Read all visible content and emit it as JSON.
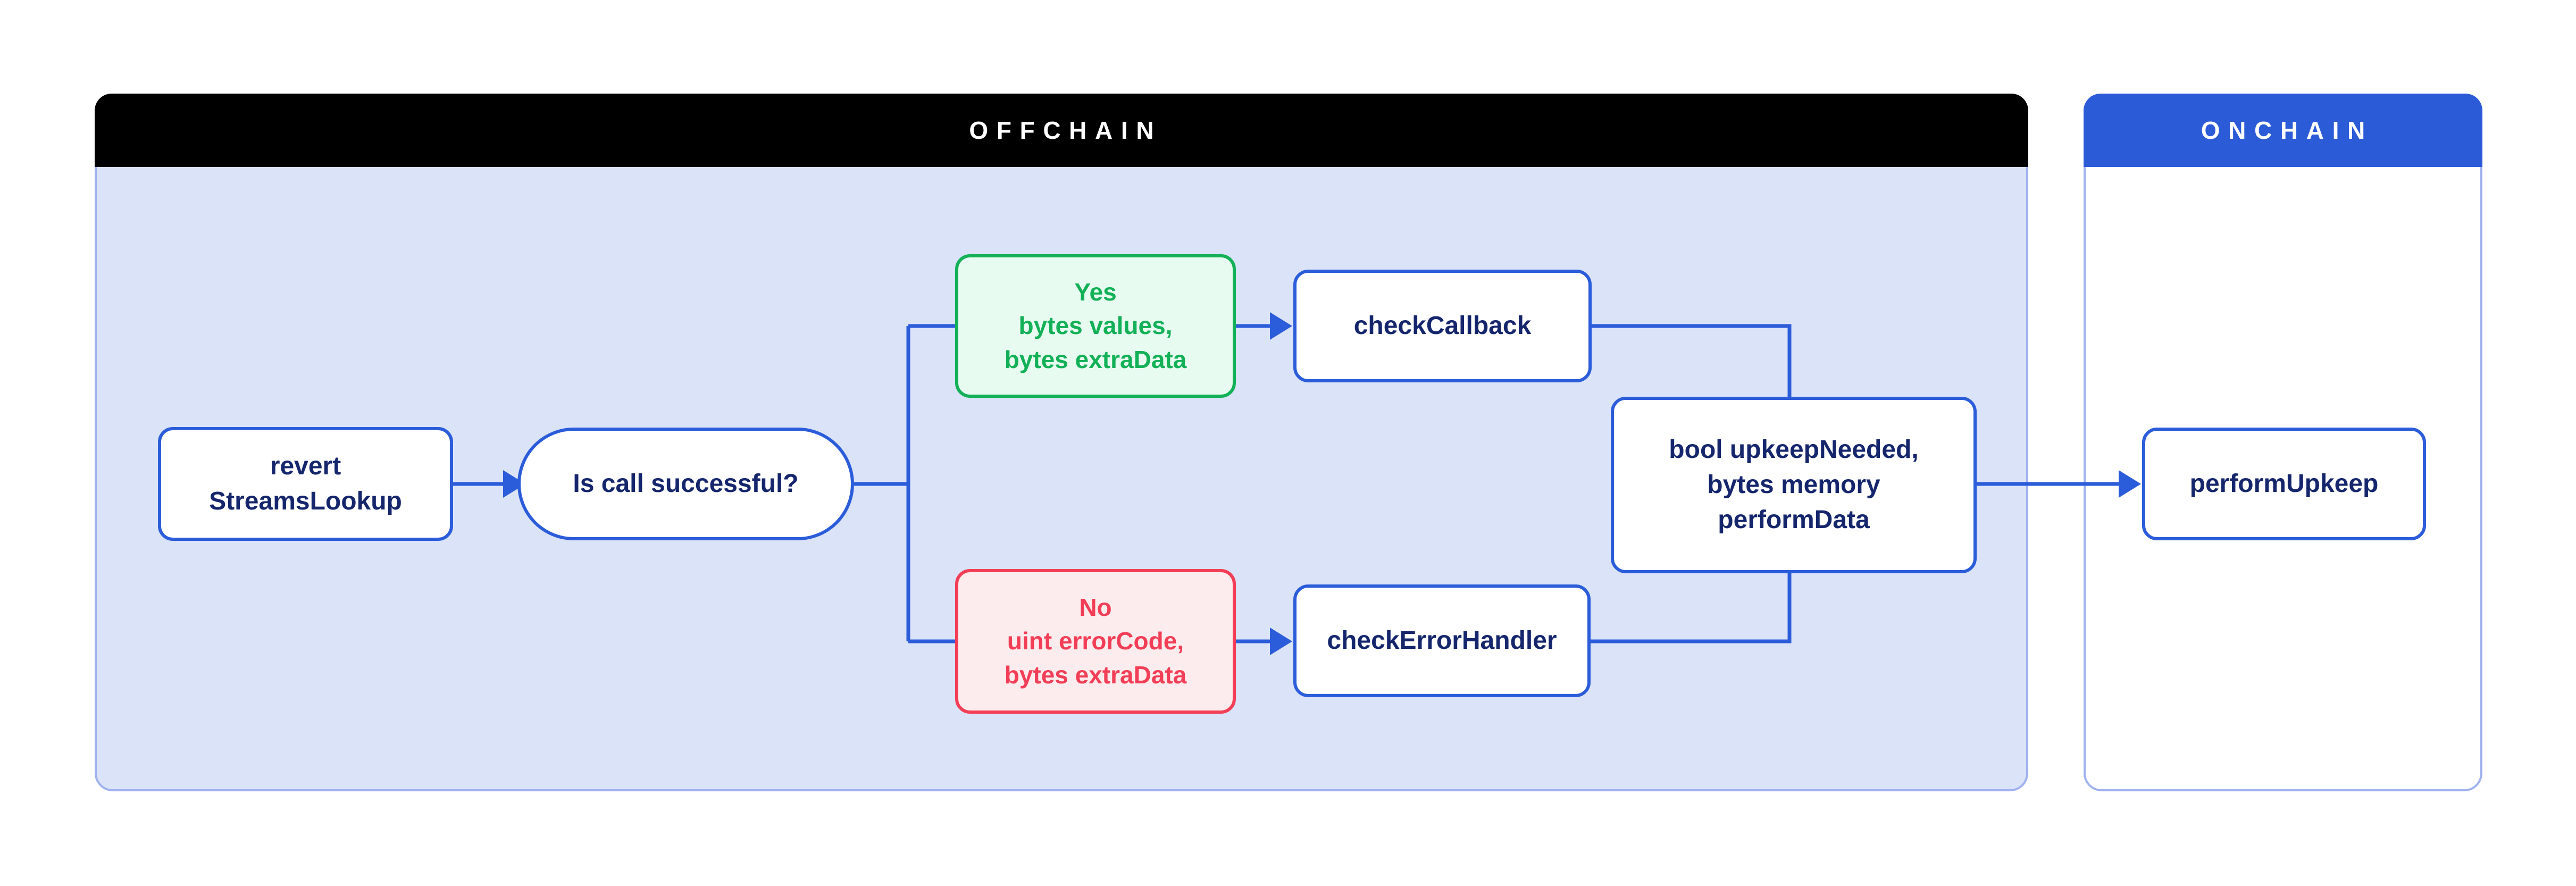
{
  "diagram": {
    "type": "flowchart",
    "offchain": {
      "title": "OFFCHAIN"
    },
    "onchain": {
      "title": "ONCHAIN"
    }
  },
  "flow": {
    "revert_streams_lookup": {
      "line1": "revert",
      "line2": "StreamsLookup"
    },
    "is_call_successful": {
      "label": "Is call successful?"
    },
    "yes_branch": {
      "line1": "Yes",
      "line2": "bytes values,",
      "line3": "bytes extraData"
    },
    "check_callback": {
      "label": "checkCallback"
    },
    "no_branch": {
      "line1": "No",
      "line2": "uint errorCode,",
      "line3": "bytes extraData"
    },
    "check_error_handler": {
      "label": "checkErrorHandler"
    },
    "upkeep_needed": {
      "line1": "bool upkeepNeeded,",
      "line2": "bytes memory",
      "line3": "performData"
    },
    "perform_upkeep": {
      "label": "performUpkeep"
    }
  },
  "edges": [
    {
      "from": "revert_streams_lookup",
      "to": "is_call_successful",
      "arrow": true
    },
    {
      "from": "is_call_successful",
      "to": "yes_branch",
      "arrow": false
    },
    {
      "from": "is_call_successful",
      "to": "no_branch",
      "arrow": false
    },
    {
      "from": "yes_branch",
      "to": "check_callback",
      "arrow": true
    },
    {
      "from": "no_branch",
      "to": "check_error_handler",
      "arrow": true
    },
    {
      "from": "check_callback",
      "to": "upkeep_needed",
      "arrow": false
    },
    {
      "from": "check_error_handler",
      "to": "upkeep_needed",
      "arrow": false
    },
    {
      "from": "upkeep_needed",
      "to": "perform_upkeep",
      "arrow": true
    }
  ],
  "colors": {
    "accent_blue": "#2b5cd9",
    "navy_text": "#15266d",
    "offchain_header_bg": "#000000",
    "onchain_header_bg": "#2c5bd8",
    "container_fill": "#dbe3f8",
    "container_border": "#9fb1ef",
    "success_green": "#13b157",
    "success_fill": "#e7fbf1",
    "error_red": "#f23e56",
    "error_fill": "#fdeced"
  }
}
